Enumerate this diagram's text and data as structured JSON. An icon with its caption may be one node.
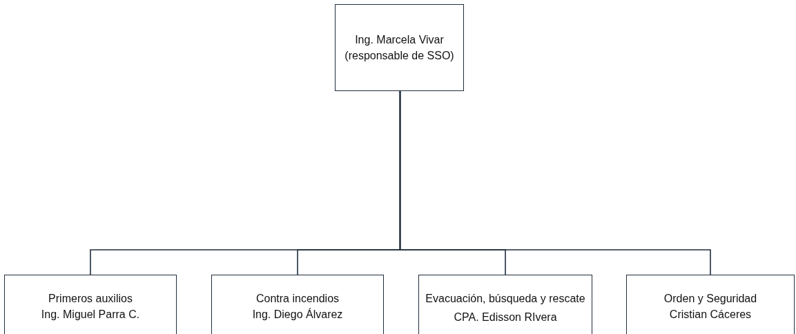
{
  "diagram": {
    "nodes": [
      {
        "text": [
          "Ing. Marcela Vivar",
          "(responsable de SSO)"
        ]
      },
      {
        "text": [
          "Primeros auxilios",
          "Ing. Miguel Parra C."
        ]
      },
      {
        "text": [
          "Contra incendios",
          "Ing. Diego Álvarez"
        ]
      },
      {
        "text": [
          "Evacuación, búsqueda y rescate",
          "CPA. Edisson RIvera"
        ]
      },
      {
        "text": [
          "Orden y Seguridad",
          "Cristian Cáceres"
        ]
      }
    ],
    "edges": [
      {
        "from": 0,
        "to": 1,
        "arrow": "none"
      },
      {
        "from": 0,
        "to": 2,
        "arrow": "none"
      },
      {
        "from": 0,
        "to": 3,
        "arrow": "none"
      },
      {
        "from": 0,
        "to": 4,
        "arrow": "none"
      }
    ]
  }
}
